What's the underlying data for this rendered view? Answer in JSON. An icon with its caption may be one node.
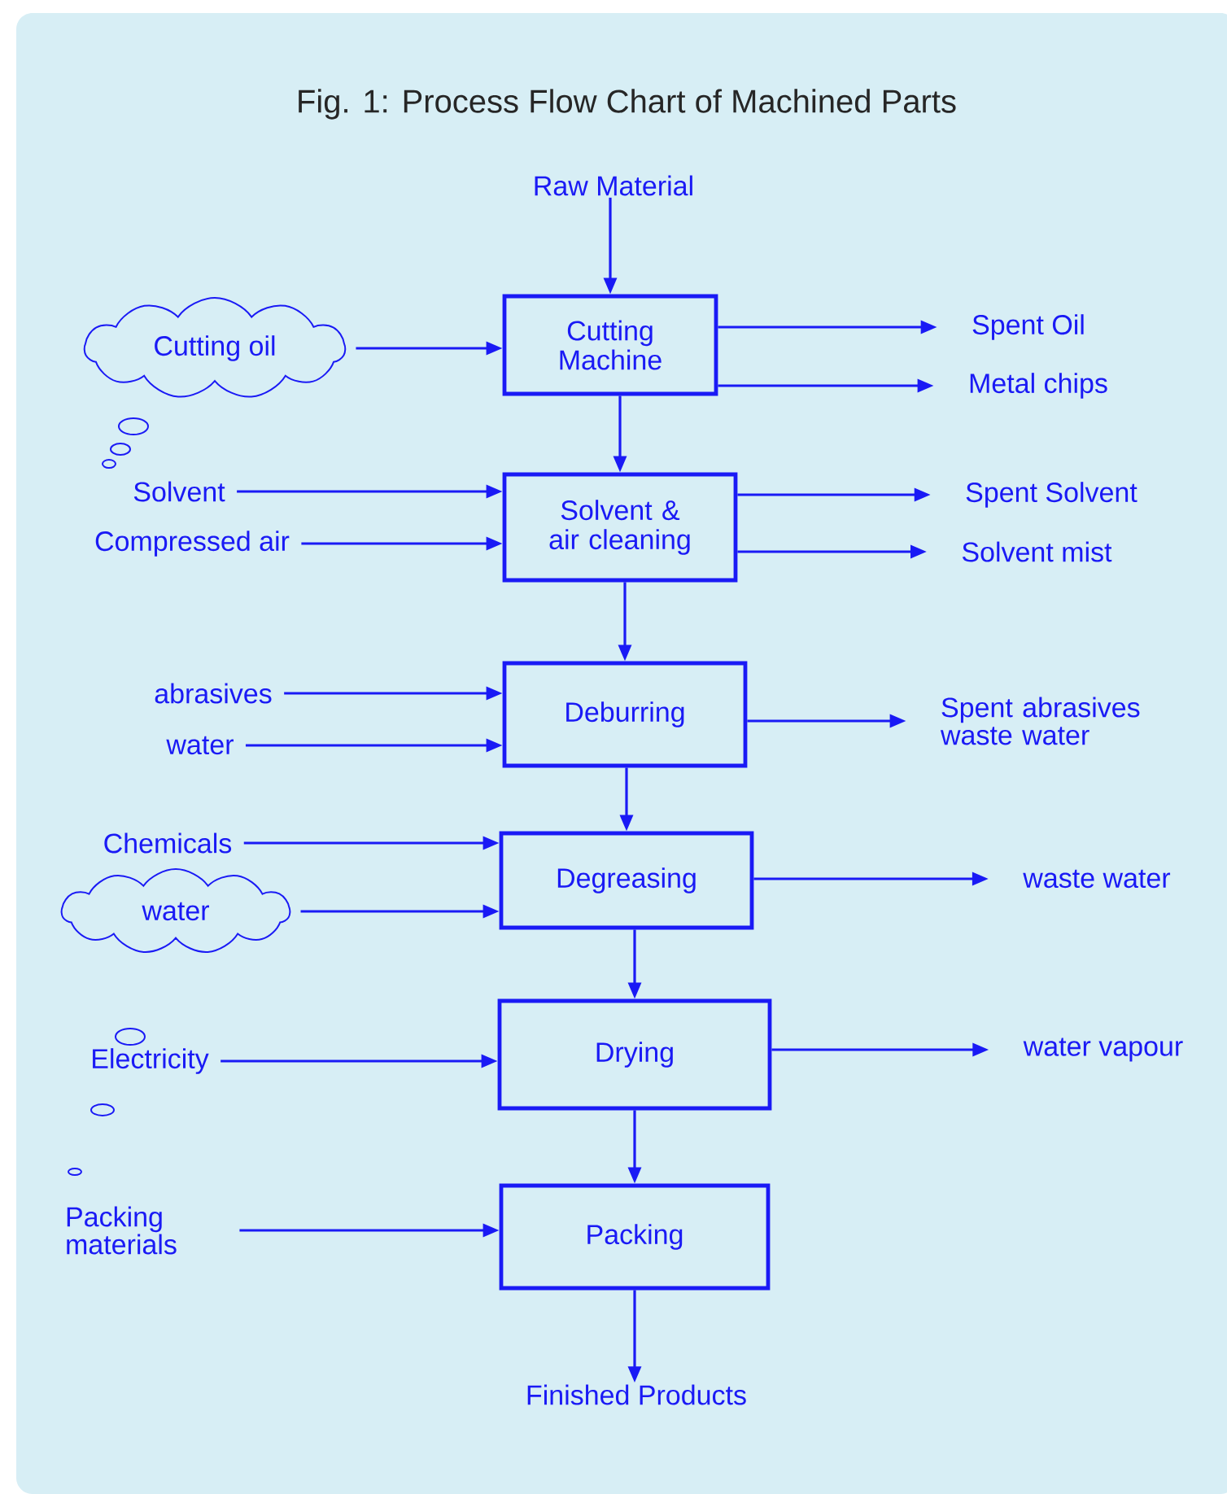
{
  "diagram": {
    "title": "Fig. 1: Process Flow Chart of Machined Parts",
    "nodes": [
      {
        "text": [
          "Raw Material"
        ]
      },
      {
        "text": [
          "Cutting Machine"
        ]
      },
      {
        "text": [
          "Cutting oil"
        ]
      },
      {
        "text": [
          "Spent Oil"
        ]
      },
      {
        "text": [
          "Metal chips"
        ]
      },
      {
        "text": [
          "Solvent"
        ]
      },
      {
        "text": [
          "Compressed air"
        ]
      },
      {
        "text": [
          "Solvent & air cleaning"
        ]
      },
      {
        "text": [
          "Spent Solvent"
        ]
      },
      {
        "text": [
          "Solvent mist"
        ]
      },
      {
        "text": [
          "abrasives"
        ]
      },
      {
        "text": [
          "water"
        ]
      },
      {
        "text": [
          "Deburring"
        ]
      },
      {
        "text": [
          "Spent abrasives waste water"
        ]
      },
      {
        "text": [
          "Chemicals"
        ]
      },
      {
        "text": [
          "water"
        ]
      },
      {
        "text": [
          "Degreasing"
        ]
      },
      {
        "text": [
          "waste water"
        ]
      },
      {
        "text": [
          "Electricity"
        ]
      },
      {
        "text": [
          "Drying"
        ]
      },
      {
        "text": [
          "water vapour"
        ]
      },
      {
        "text": [
          "Packing materials"
        ]
      },
      {
        "text": [
          "Packing"
        ]
      },
      {
        "text": [
          "Finished Products"
        ]
      }
    ],
    "edges": [
      {
        "from": 0,
        "to": 1,
        "arrow": "to"
      },
      {
        "from": 2,
        "to": 1,
        "arrow": "to"
      },
      {
        "from": 1,
        "to": 3,
        "arrow": "to"
      },
      {
        "from": 1,
        "to": 4,
        "arrow": "to"
      },
      {
        "from": 1,
        "to": 7,
        "arrow": "to"
      },
      {
        "from": 5,
        "to": 7,
        "arrow": "to"
      },
      {
        "from": 6,
        "to": 7,
        "arrow": "to"
      },
      {
        "from": 7,
        "to": 8,
        "arrow": "to"
      },
      {
        "from": 7,
        "to": 9,
        "arrow": "to"
      },
      {
        "from": 7,
        "to": 12,
        "arrow": "to"
      },
      {
        "from": 10,
        "to": 12,
        "arrow": "to"
      },
      {
        "from": 11,
        "to": 12,
        "arrow": "to"
      },
      {
        "from": 12,
        "to": 13,
        "arrow": "to"
      },
      {
        "from": 12,
        "to": 16,
        "arrow": "to"
      },
      {
        "from": 14,
        "to": 16,
        "arrow": "to"
      },
      {
        "from": 15,
        "to": 16,
        "arrow": "to"
      },
      {
        "from": 16,
        "to": 17,
        "arrow": "to"
      },
      {
        "from": 16,
        "to": 19,
        "arrow": "to"
      },
      {
        "from": 18,
        "to": 19,
        "arrow": "to"
      },
      {
        "from": 19,
        "to": 20,
        "arrow": "to"
      },
      {
        "from": 19,
        "to": 22,
        "arrow": "to"
      },
      {
        "from": 21,
        "to": 22,
        "arrow": "to"
      },
      {
        "from": 22,
        "to": 23,
        "arrow": "to"
      }
    ]
  }
}
